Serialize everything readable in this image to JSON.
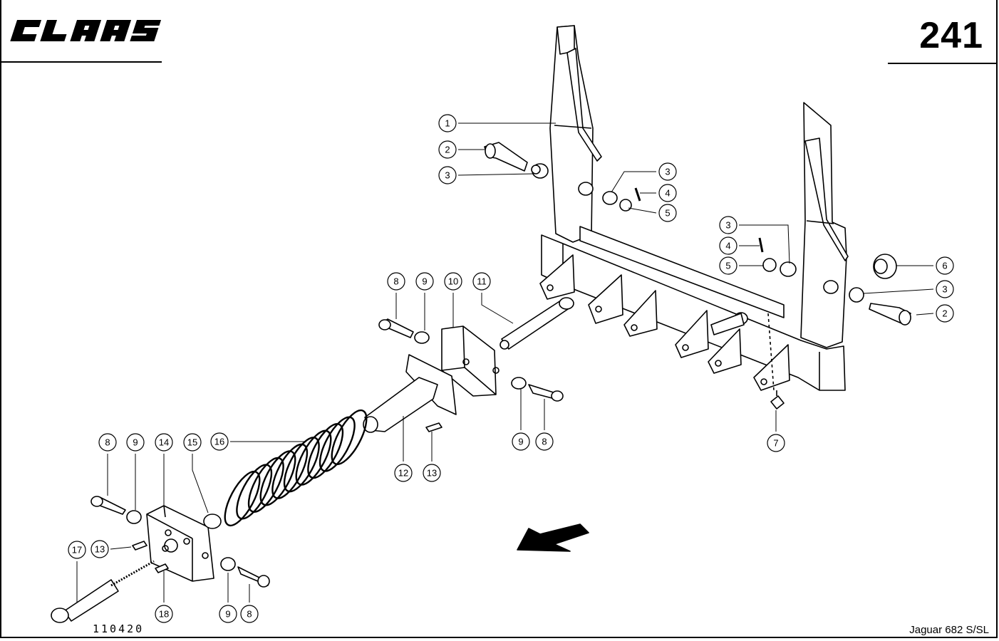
{
  "header": {
    "logo_text": "CLAAS",
    "page_number": "241"
  },
  "footer": {
    "drawing_number": "110420",
    "model": "Jaguar 682 S/SL"
  },
  "callouts": [
    {
      "label": "1"
    },
    {
      "label": "2"
    },
    {
      "label": "3"
    },
    {
      "label": "3"
    },
    {
      "label": "4"
    },
    {
      "label": "5"
    },
    {
      "label": "3"
    },
    {
      "label": "4"
    },
    {
      "label": "5"
    },
    {
      "label": "6"
    },
    {
      "label": "3"
    },
    {
      "label": "2"
    },
    {
      "label": "7"
    },
    {
      "label": "8"
    },
    {
      "label": "9"
    },
    {
      "label": "10"
    },
    {
      "label": "11"
    },
    {
      "label": "9"
    },
    {
      "label": "8"
    },
    {
      "label": "12"
    },
    {
      "label": "13"
    },
    {
      "label": "16"
    },
    {
      "label": "8"
    },
    {
      "label": "9"
    },
    {
      "label": "14"
    },
    {
      "label": "15"
    },
    {
      "label": "17"
    },
    {
      "label": "13"
    },
    {
      "label": "18"
    },
    {
      "label": "9"
    },
    {
      "label": "8"
    }
  ]
}
